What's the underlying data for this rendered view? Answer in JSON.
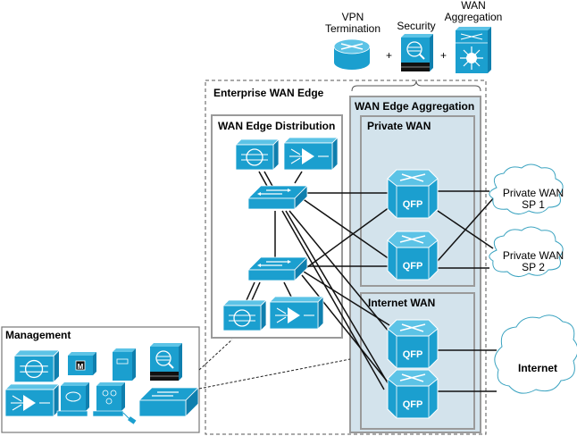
{
  "top_legend": {
    "items": [
      {
        "label_line1": "VPN",
        "label_line2": "Termination",
        "icon": "router-icon"
      },
      {
        "label_line1": "",
        "label_line2": "Security",
        "icon": "firewall-icon"
      },
      {
        "label_line1": "WAN",
        "label_line2": "Aggregation",
        "icon": "layer3-switch-icon"
      }
    ],
    "separators": [
      "+",
      "+"
    ]
  },
  "regions": {
    "enterprise_wan_edge": "Enterprise WAN Edge",
    "wan_edge_distribution": "WAN Edge Distribution",
    "wan_edge_aggregation": "WAN Edge Aggregation",
    "private_wan": "Private WAN",
    "internet_wan": "Internet WAN",
    "management": "Management"
  },
  "devices": {
    "qfp_label": "QFP",
    "qfp_routers": [
      {
        "id": "qfp-private-1",
        "label": "QFP"
      },
      {
        "id": "qfp-private-2",
        "label": "QFP"
      },
      {
        "id": "qfp-internet-1",
        "label": "QFP"
      },
      {
        "id": "qfp-internet-2",
        "label": "QFP"
      }
    ]
  },
  "clouds": {
    "sp1_line1": "Private WAN",
    "sp1_line2": "SP 1",
    "sp2_line1": "Private WAN",
    "sp2_line2": "SP 2",
    "internet": "Internet"
  },
  "figure_id": "228664",
  "colors": {
    "device_blue": "#1b9fcf",
    "device_dark": "#0f7fae",
    "device_light": "#5cc3e6",
    "aggregation_fill": "#d3e3ec",
    "box_border": "#9a9a9a",
    "cloud_stroke": "#3aa3c0"
  }
}
